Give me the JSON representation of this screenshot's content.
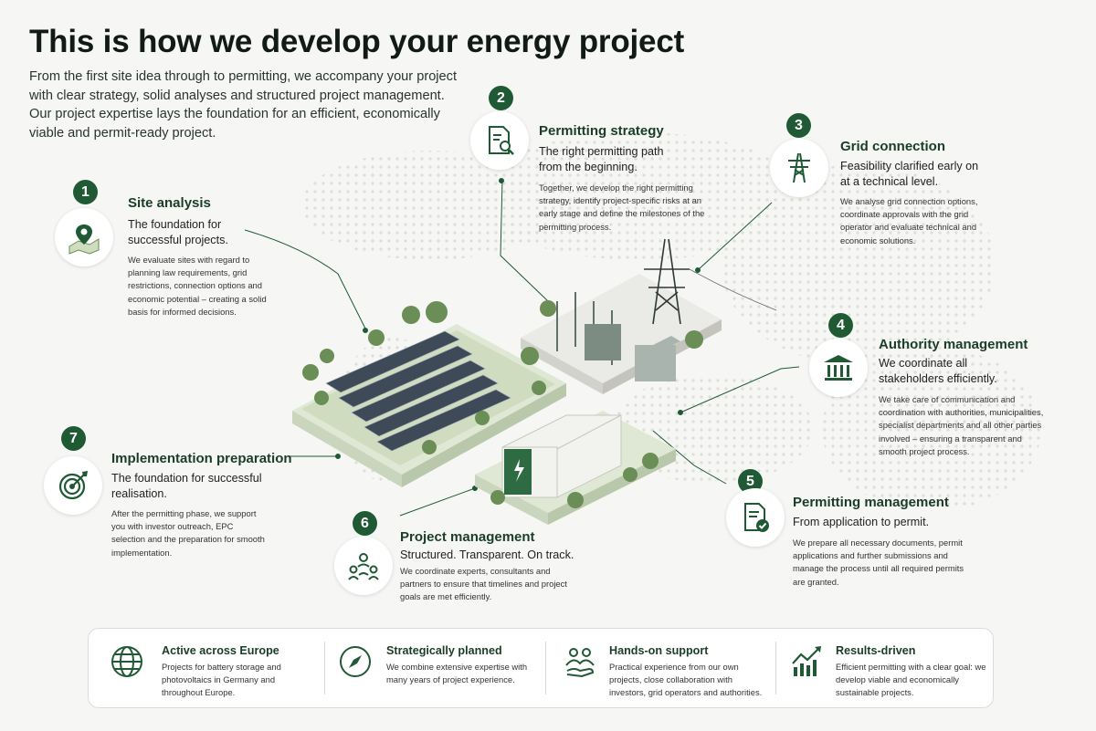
{
  "header": {
    "title": "This is how we develop your energy project",
    "intro": "From the first site idea through to permitting, we accompany your project with clear strategy, solid analyses and structured project management. Our project expertise lays the foundation for an efficient, economically viable and permit-ready project."
  },
  "steps": [
    {
      "num": "1",
      "icon": "map-pin-icon",
      "title": "Site analysis",
      "subtitle": "The foundation for successful projects.",
      "body": "We evaluate sites with regard to planning law requirements, grid restrictions, connection options and economic potential – creating a solid basis for informed decisions."
    },
    {
      "num": "2",
      "icon": "document-search-icon",
      "title": "Permitting strategy",
      "subtitle": "The right permitting path from the beginning.",
      "body": "Together, we develop the right permitting strategy, identify project-specific risks at an early stage and define the milestones of the permitting process."
    },
    {
      "num": "3",
      "icon": "power-pylon-icon",
      "title": "Grid connection",
      "subtitle": "Feasibility clarified early on at a technical level.",
      "body": "We analyse grid connection options, coordinate approvals with the grid operator and evaluate technical and economic solutions."
    },
    {
      "num": "4",
      "icon": "government-building-icon",
      "title": "Authority management",
      "subtitle": "We coordinate all stakeholders efficiently.",
      "body": "We take care of communication and coordination with authorities, municipalities, specialist departments and all other parties involved – ensuring a transparent and smooth project process."
    },
    {
      "num": "5",
      "icon": "document-check-icon",
      "title": "Permitting management",
      "subtitle": "From application to permit.",
      "body": "We prepare all necessary documents, permit applications and further submissions and manage the process until all required permits are granted."
    },
    {
      "num": "6",
      "icon": "team-network-icon",
      "title": "Project management",
      "subtitle": "Structured. Transparent. On track.",
      "body": "We coordinate experts, consultants and partners to ensure that timelines and project goals are met efficiently."
    },
    {
      "num": "7",
      "icon": "target-icon",
      "title": "Implementation preparation",
      "subtitle": "The foundation for successful realisation.",
      "body": "After the permitting phase, we support you with investor outreach, EPC selection and the preparation for smooth implementation."
    }
  ],
  "footer": [
    {
      "icon": "globe-icon",
      "title": "Active across Europe",
      "body": "Projects for battery storage and photovoltaics in Germany and throughout Europe."
    },
    {
      "icon": "compass-icon",
      "title": "Strategically planned",
      "body": "We combine extensive expertise with many years of project experience."
    },
    {
      "icon": "handshake-people-icon",
      "title": "Hands-on support",
      "body": "Practical experience from our own projects, close collaboration with investors, grid operators and authorities."
    },
    {
      "icon": "growth-chart-icon",
      "title": "Results-driven",
      "body": "Efficient permitting with a clear goal: we develop viable and economically sustainable projects."
    }
  ],
  "colors": {
    "accent": "#1f5a35",
    "background": "#f6f6f4",
    "panel_green": "#cfdcc0",
    "solar_panel": "#3e4a58"
  }
}
